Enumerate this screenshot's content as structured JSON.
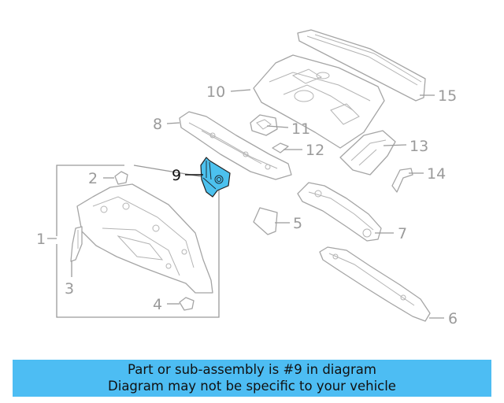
{
  "callouts": {
    "c1": "1",
    "c2": "2",
    "c3": "3",
    "c4": "4",
    "c5": "5",
    "c6": "6",
    "c7": "7",
    "c8": "8",
    "c9": "9",
    "c10": "10",
    "c11": "11",
    "c12": "12",
    "c13": "13",
    "c14": "14",
    "c15": "15"
  },
  "highlight": {
    "part": "9",
    "color": "#4cc1ee"
  },
  "banner": {
    "line1": "Part or sub-assembly is #9 in diagram",
    "line2": "Diagram may not be specific to your vehicle",
    "color": "#4dbdf3"
  }
}
